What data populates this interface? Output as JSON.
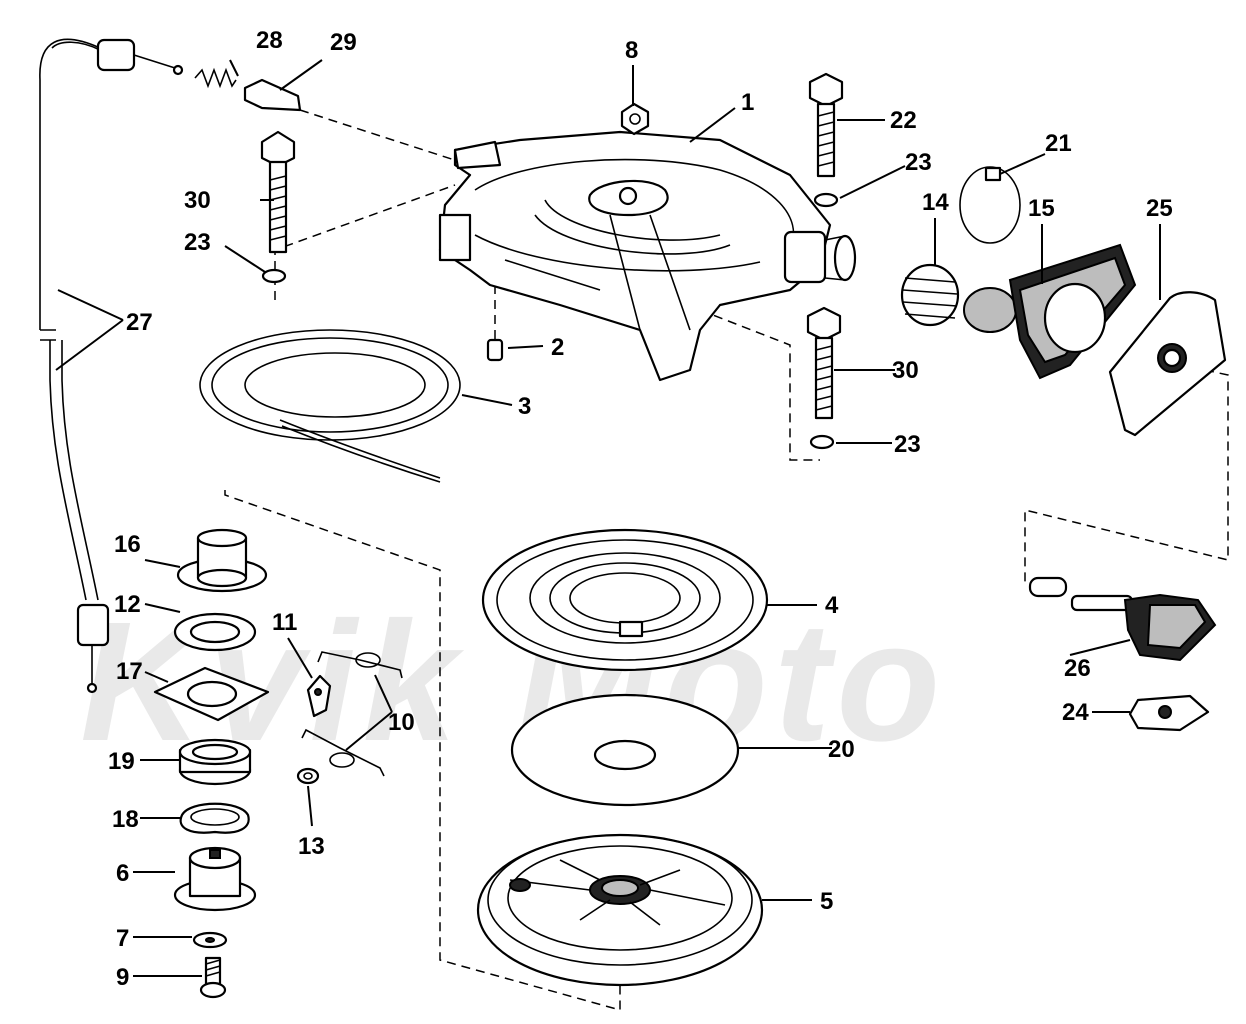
{
  "watermark": {
    "text": "Kvik Moto"
  },
  "callouts": {
    "c1": "1",
    "c2": "2",
    "c3": "3",
    "c4": "4",
    "c5": "5",
    "c6": "6",
    "c7": "7",
    "c8": "8",
    "c9": "9",
    "c10": "10",
    "c11": "11",
    "c12": "12",
    "c13": "13",
    "c14": "14",
    "c15": "15",
    "c16": "16",
    "c17": "17",
    "c18": "18",
    "c19": "19",
    "c20": "20",
    "c21": "21",
    "c22": "22",
    "c23a": "23",
    "c23b": "23",
    "c23c": "23",
    "c24": "24",
    "c25": "25",
    "c26": "26",
    "c27": "27",
    "c28": "28",
    "c29": "29",
    "c30a": "30",
    "c30b": "30"
  }
}
